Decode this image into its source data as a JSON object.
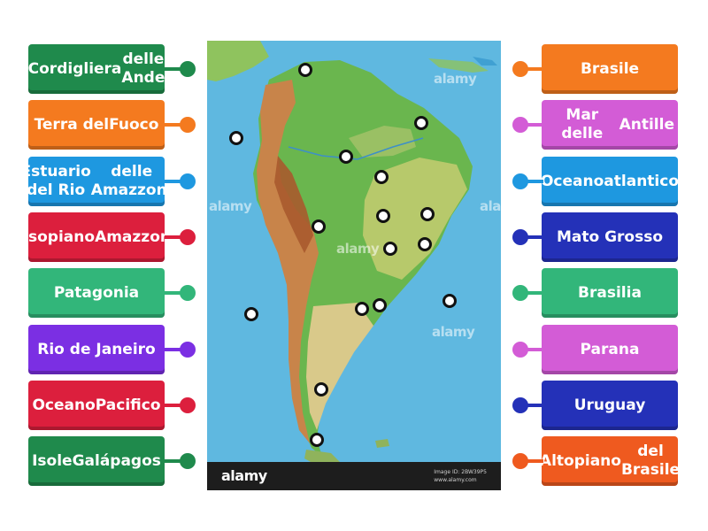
{
  "left_labels": [
    {
      "lines": [
        "Cordigliera",
        "delle Ande"
      ],
      "color": "#1f8a4c"
    },
    {
      "lines": [
        "Terra del",
        "Fuoco"
      ],
      "color": "#f47a1f"
    },
    {
      "lines": [
        "Estuario del Rio",
        "delle Amazzoni"
      ],
      "color": "#1e98e0"
    },
    {
      "lines": [
        "Bassopiano",
        "Amazzonico"
      ],
      "color": "#dc1f3d"
    },
    {
      "lines": [
        "Patagonia"
      ],
      "color": "#32b67a"
    },
    {
      "lines": [
        "Rio de Janeiro"
      ],
      "color": "#7b2fe3"
    },
    {
      "lines": [
        "Oceano",
        "Pacifico"
      ],
      "color": "#dc1f3d"
    },
    {
      "lines": [
        "Isole",
        "Galápagos"
      ],
      "color": "#1f8a4c"
    }
  ],
  "right_labels": [
    {
      "lines": [
        "Brasile"
      ],
      "color": "#f47a1f"
    },
    {
      "lines": [
        "Mar delle",
        "Antille"
      ],
      "color": "#d35cd6"
    },
    {
      "lines": [
        "Oceano",
        "atlantico"
      ],
      "color": "#1e98e0"
    },
    {
      "lines": [
        "Mato Grosso"
      ],
      "color": "#2431b8"
    },
    {
      "lines": [
        "Brasilia"
      ],
      "color": "#32b67a"
    },
    {
      "lines": [
        "Parana"
      ],
      "color": "#d35cd6"
    },
    {
      "lines": [
        "Uruguay"
      ],
      "color": "#2431b8"
    },
    {
      "lines": [
        "Altopiano",
        "del Brasile"
      ],
      "color": "#ef5a1f"
    }
  ],
  "map": {
    "watermark": "alamy",
    "footer_logo": "alamy",
    "footer_id_lines": [
      "Image ID: 2BW39P5",
      "www.alamy.com"
    ],
    "colors": {
      "ocean": "#5fb8e0",
      "ocean_deep": "#3d9fd3",
      "lowland": "#6ab64e",
      "plateau": "#b7c96b",
      "highland": "#d9b46a",
      "mountain": "#b5673a"
    }
  }
}
